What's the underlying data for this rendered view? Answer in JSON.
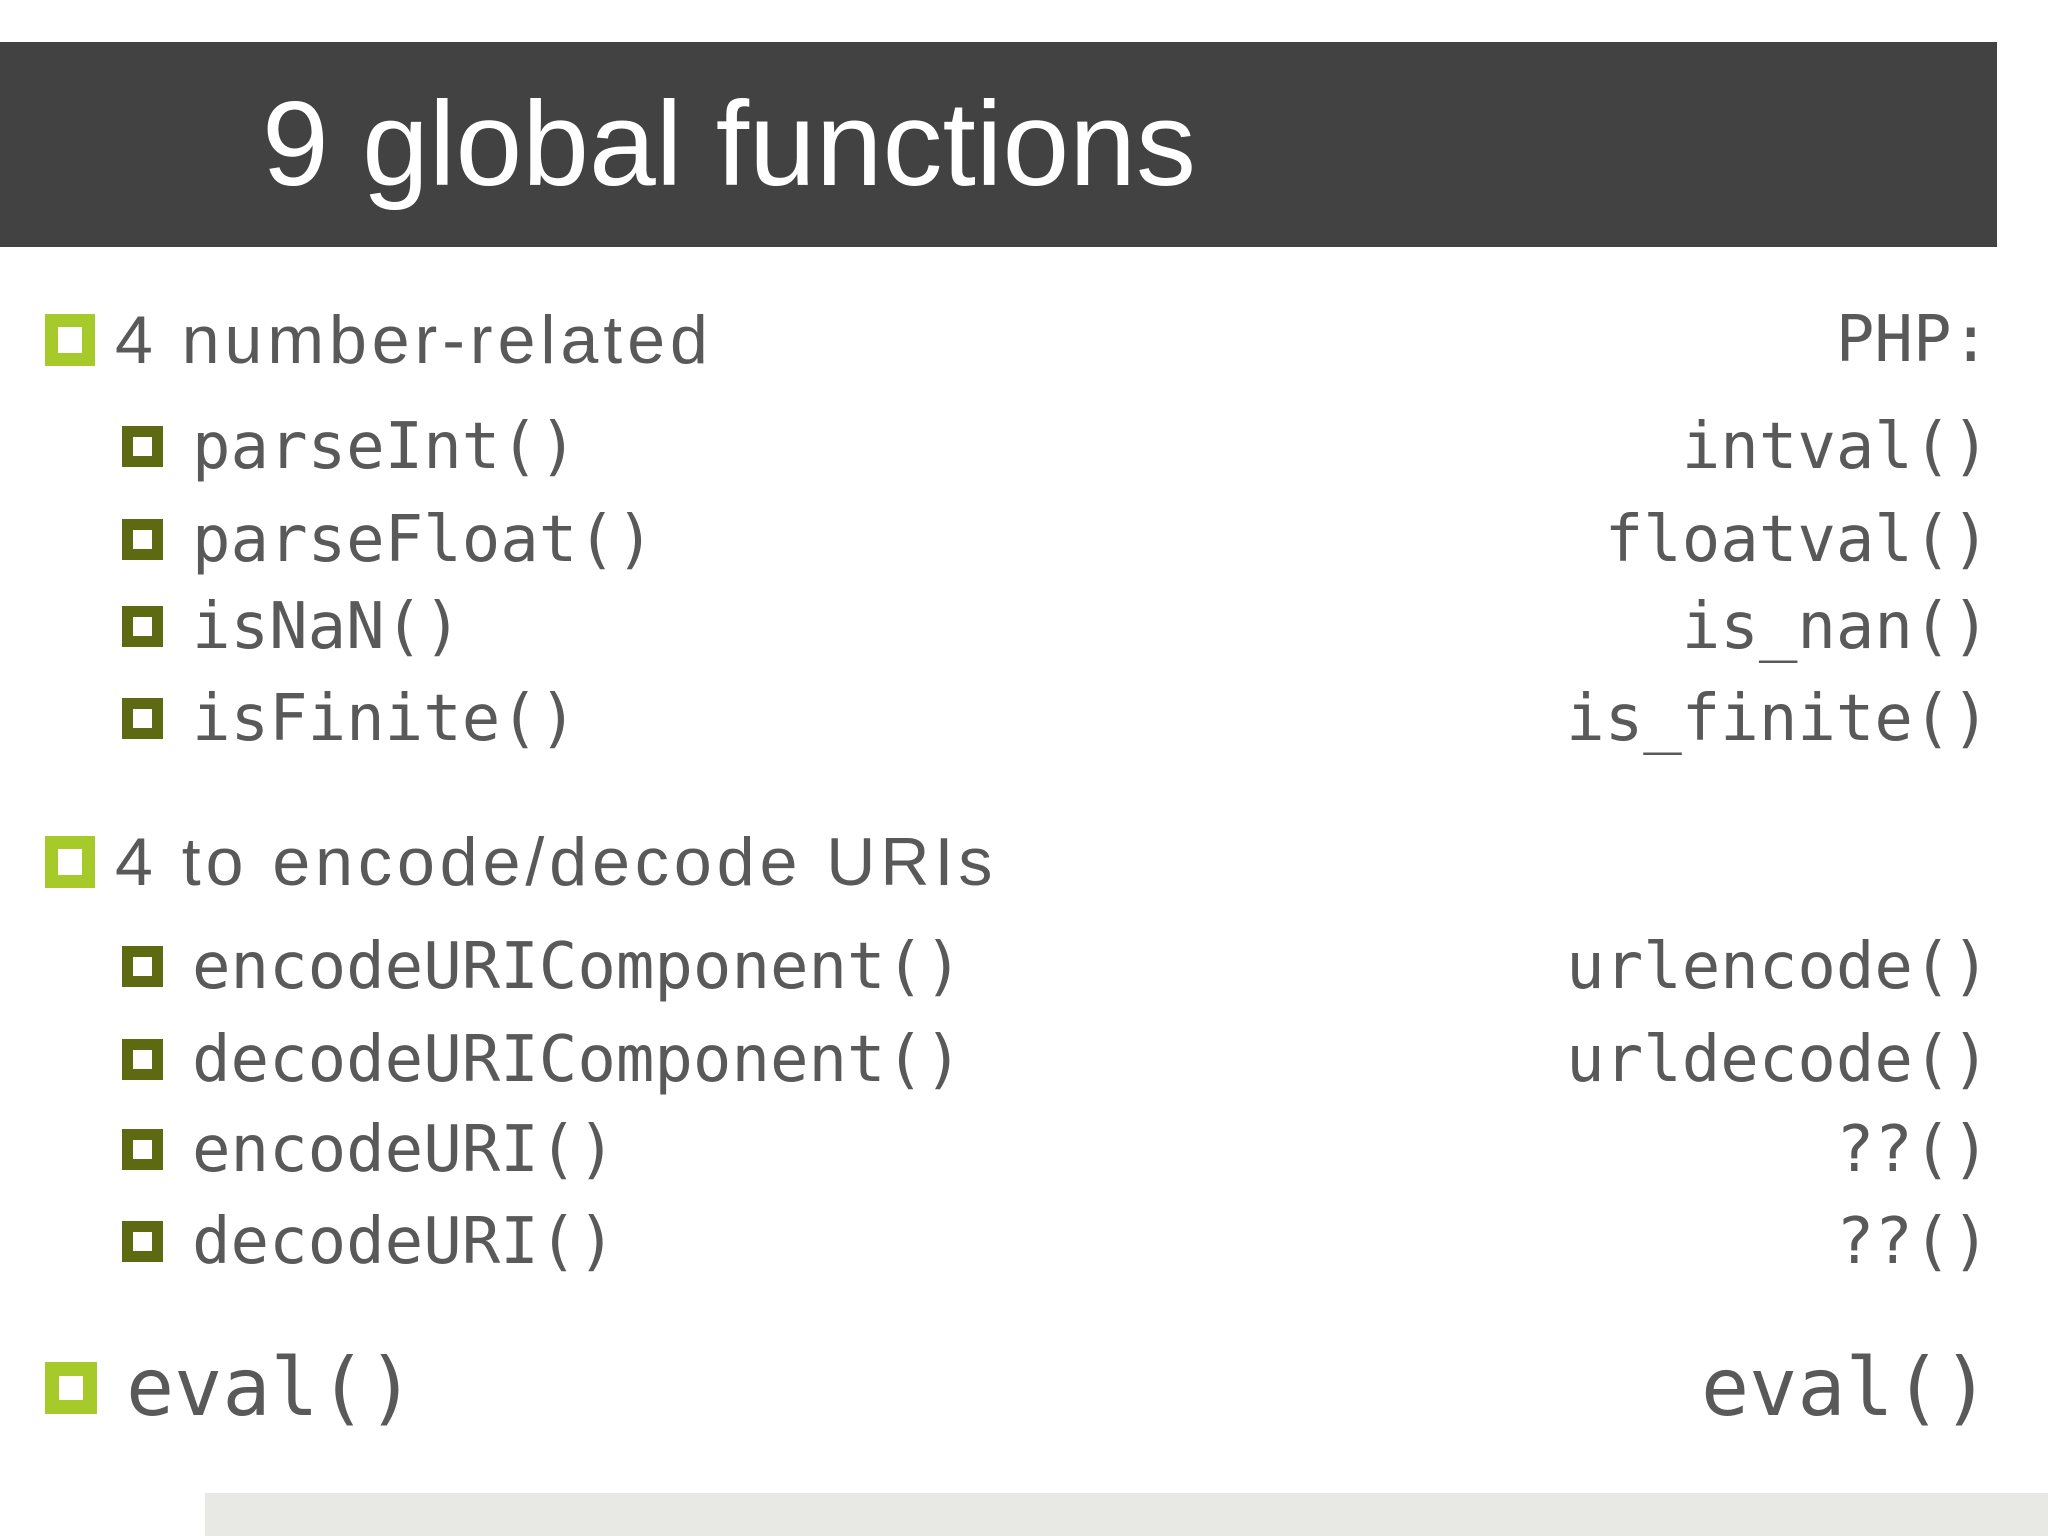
{
  "slide": {
    "title": "9 global functions",
    "sections": [
      {
        "heading": "4 number-related",
        "right_heading": "PHP:",
        "items": [
          {
            "js": "parseInt()",
            "php": "intval()"
          },
          {
            "js": "parseFloat()",
            "php": "floatval()"
          },
          {
            "js": "isNaN()",
            "php": "is_nan()"
          },
          {
            "js": "isFinite()",
            "php": "is_finite()"
          }
        ]
      },
      {
        "heading": "4 to encode/decode URIs",
        "right_heading": "",
        "items": [
          {
            "js": "encodeURIComponent()",
            "php": "urlencode()"
          },
          {
            "js": "decodeURIComponent()",
            "php": "urldecode()"
          },
          {
            "js": "encodeURI()",
            "php": "??()"
          },
          {
            "js": "decodeURI()",
            "php": "??()"
          }
        ]
      },
      {
        "heading": "eval()",
        "right_heading": "eval()",
        "items": []
      }
    ],
    "colors": {
      "header_bg": "#424242",
      "title_text": "#ffffff",
      "body_text": "#595959",
      "level1_bullet": "#a6ca2a",
      "level2_bullet": "#5d6a12",
      "code_block_bg": "#e8e8e4"
    }
  }
}
